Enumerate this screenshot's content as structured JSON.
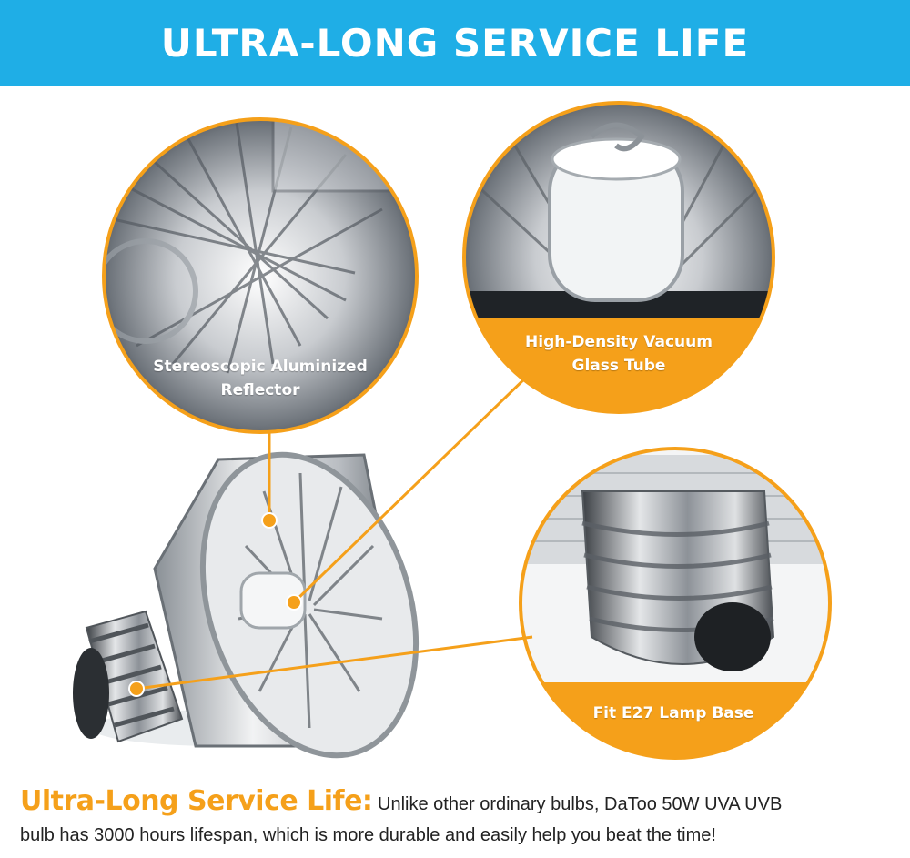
{
  "banner": {
    "title": "ULTRA-LONG SERVICE LIFE"
  },
  "callouts": {
    "reflector": {
      "line1": "Stereoscopic Aluminized",
      "line2": "Reflector"
    },
    "tube": {
      "line1": "High-Density Vacuum",
      "line2": "Glass Tube"
    },
    "base": {
      "line1": "Fit E27 Lamp Base"
    }
  },
  "footer": {
    "lead": "Ultra-Long Service Life:",
    "line1": "Unlike other ordinary bulbs, DaToo 50W UVA UVB",
    "line2": "bulb has 3000 hours lifespan, which is more durable and easily help you beat the time!"
  },
  "colors": {
    "banner": "#1faee6",
    "accent": "#f5a01a"
  }
}
